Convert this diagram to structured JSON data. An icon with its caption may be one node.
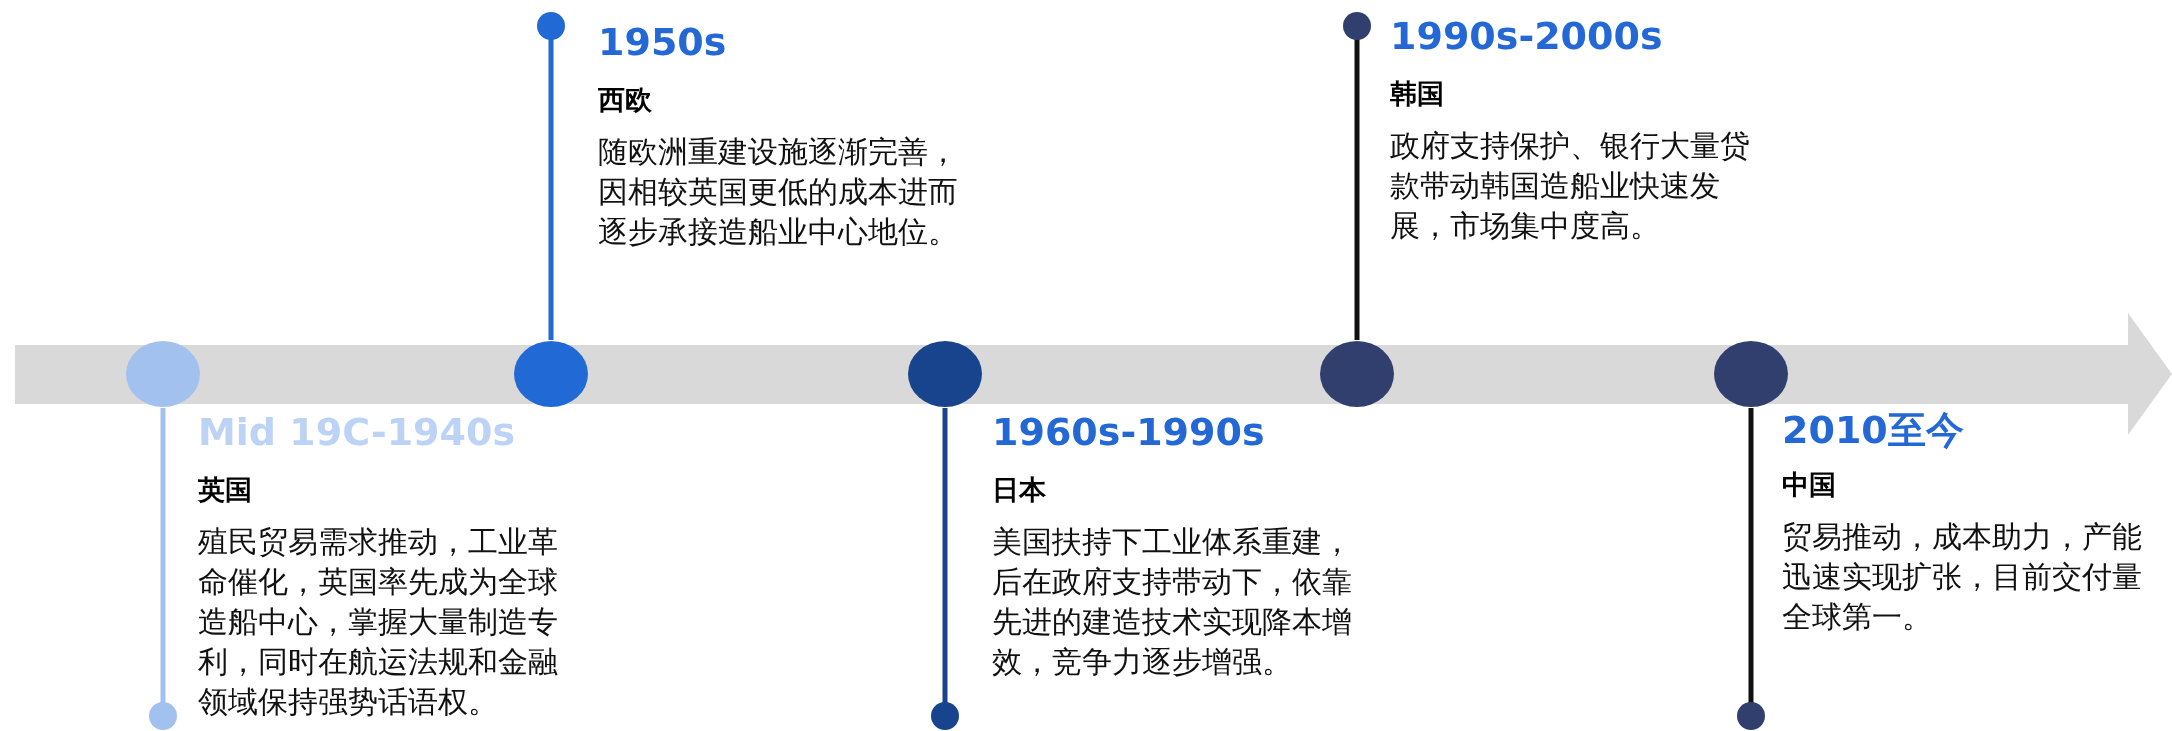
{
  "diagram": {
    "nodes": [
      {
        "text": [],
        "shape": "circle"
      },
      {
        "text": [],
        "shape": "circle"
      },
      {
        "text": [],
        "shape": "circle"
      },
      {
        "text": [],
        "shape": "circle"
      },
      {
        "text": [],
        "shape": "circle"
      }
    ],
    "labels": [
      "Mid 19C-1940s",
      "英国",
      "殖民贸易需求推动，工业革命催化，英国率先成为全球造船中心，掌握大量制造专利，同时在航运法规和金融领域保持强势话语权。",
      "1950s",
      "西欧",
      "随欧洲重建设施逐渐完善，因相较英国更低的成本进而逐步承接造船业中心地位。",
      "1960s-1990s",
      "日本",
      "美国扶持下工业体系重建，后在政府支持带动下，依靠先进的建造技术实现降本增效，竞争力逐步增强。",
      "1990s-2000s",
      "韩国",
      "政府支持保护、银行大量贷款带动韩国造船业快速发展，市场集中度高。",
      "2010至今",
      "中国",
      "贸易推动，成本助力，产能迅速实现扩张，目前交付量全球第一。"
    ]
  }
}
